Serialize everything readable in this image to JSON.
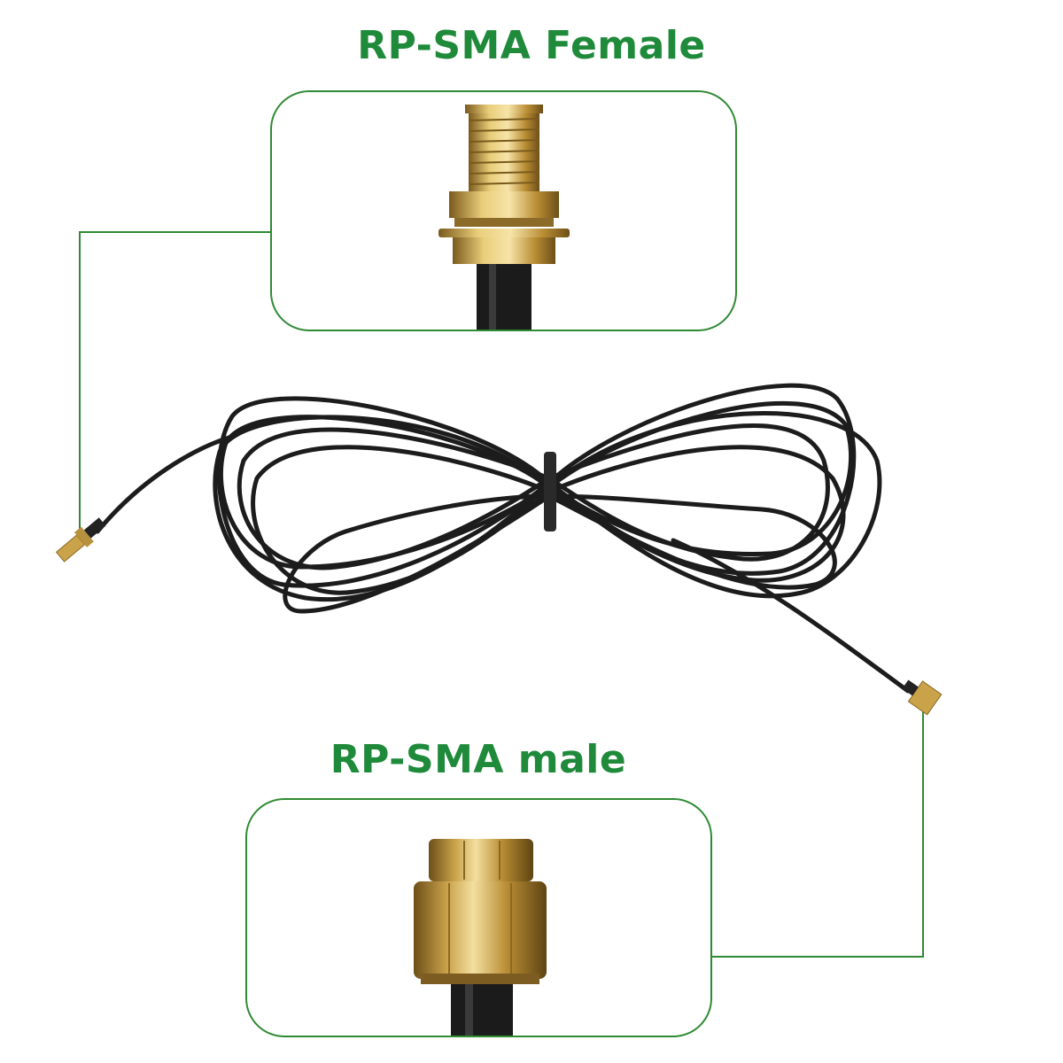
{
  "labels": {
    "female": "RP-SMA Female",
    "male": "RP-SMA male"
  },
  "colors": {
    "accent_green": "#1e8a3a",
    "callout_border": "#2f8a34",
    "cable": "#1c1c1c",
    "gold": "#c9a24a"
  },
  "connectors": {
    "female": "rp-sma-female-connector",
    "male": "rp-sma-male-connector"
  }
}
